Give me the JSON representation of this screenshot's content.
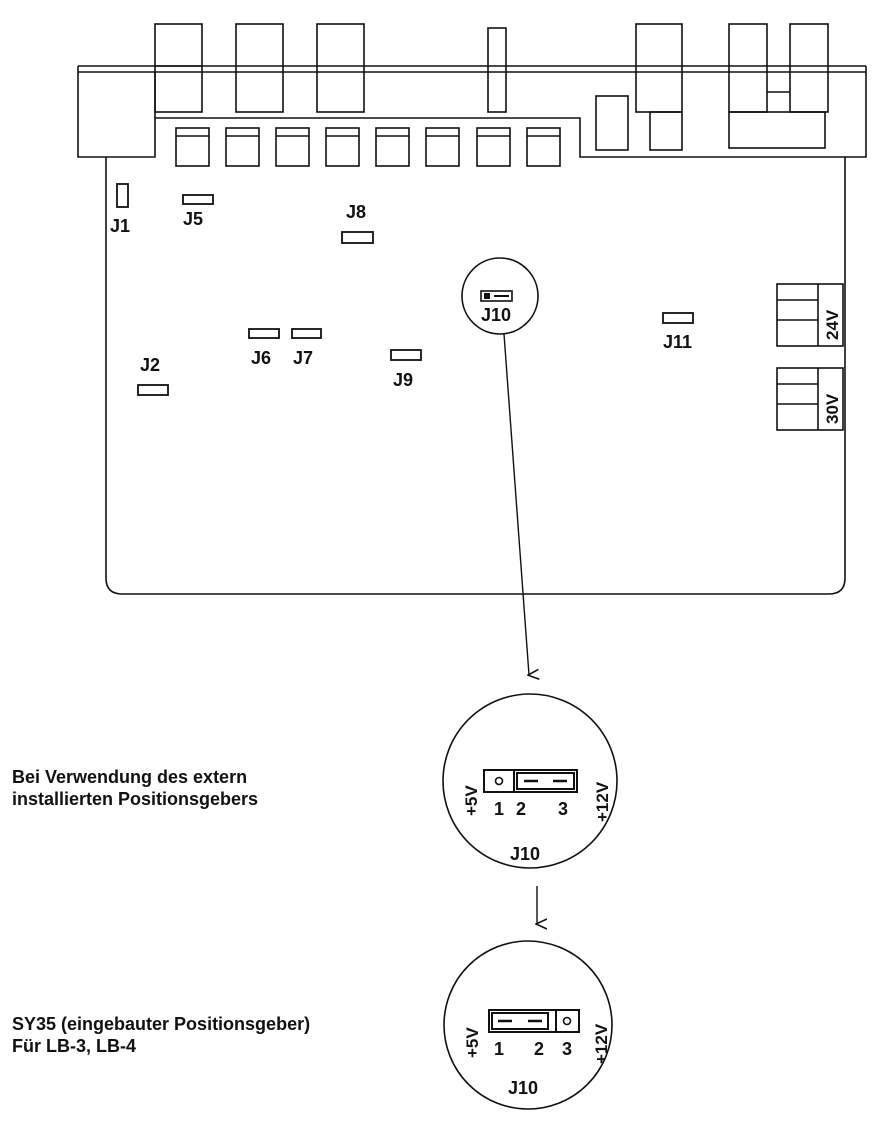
{
  "board": {
    "jumpers": {
      "j1": "J1",
      "j2": "J2",
      "j5": "J5",
      "j6": "J6",
      "j7": "J7",
      "j8": "J8",
      "j9": "J9",
      "j10": "J10",
      "j11": "J11"
    },
    "terminals": {
      "top": "24V",
      "bottom": "30V"
    }
  },
  "settings": [
    {
      "caption_line1": "Bei Verwendung des extern",
      "caption_line2": "installierten Positionsgebers",
      "left_voltage": "+5V",
      "right_voltage": "+12V",
      "pins": [
        "1",
        "2",
        "3"
      ],
      "jumper": "J10"
    },
    {
      "caption_line1": "SY35 (eingebauter Positionsgeber)",
      "caption_line2": "Für LB-3, LB-4",
      "left_voltage": "+5V",
      "right_voltage": "+12V",
      "pins": [
        "1",
        "2",
        "3"
      ],
      "jumper": "J10"
    }
  ]
}
